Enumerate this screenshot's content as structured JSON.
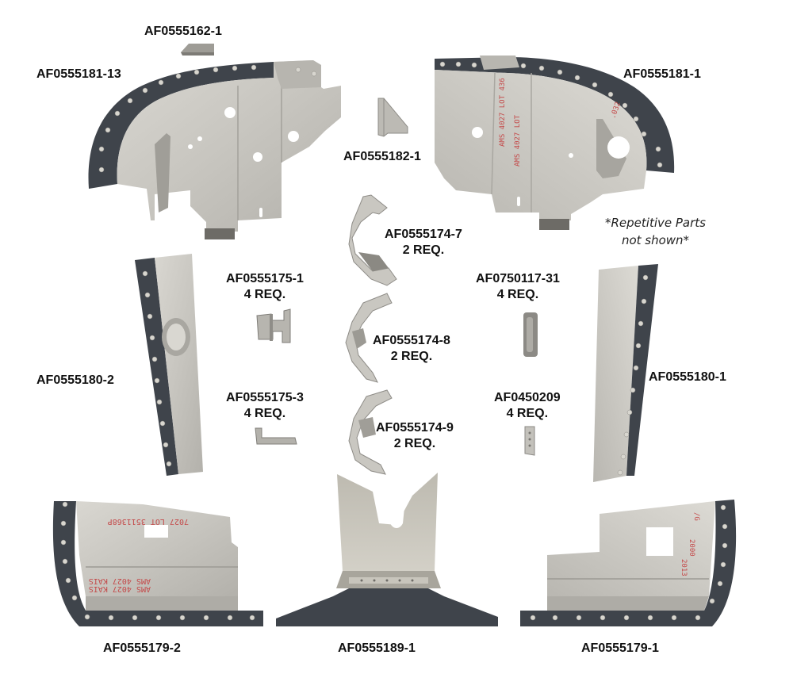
{
  "labels": {
    "af0555162_1": "AF0555162-1",
    "af0555181_13": "AF0555181-13",
    "af0555181_1": "AF0555181-1",
    "af0555182_1": "AF0555182-1",
    "af0555174_7": {
      "part": "AF0555174-7",
      "qty": "2 REQ."
    },
    "af0555175_1": {
      "part": "AF0555175-1",
      "qty": "4 REQ."
    },
    "af0750117_31": {
      "part": "AF0750117-31",
      "qty": "4 REQ."
    },
    "af0555174_8": {
      "part": "AF0555174-8",
      "qty": "2 REQ."
    },
    "af0555180_2": "AF0555180-2",
    "af0555180_1": "AF0555180-1",
    "af0555175_3": {
      "part": "AF0555175-3",
      "qty": "4 REQ."
    },
    "af0450209": {
      "part": "AF0450209",
      "qty": "4 REQ."
    },
    "af0555174_9": {
      "part": "AF0555174-9",
      "qty": "2 REQ."
    },
    "af0555179_2": "AF0555179-2",
    "af0555189_1": "AF0555189-1",
    "af0555179_1": "AF0555179-1"
  },
  "note": {
    "line1": "*Repetitive Parts",
    "line2": "not shown*"
  },
  "colors": {
    "metal": "#c9c7c1",
    "metal_dark": "#a9a7a1",
    "metal_light": "#dedcd6",
    "rubber_seal": "#3f444b",
    "rivet": "#d8d6cf",
    "ink_red": "#c44a4a",
    "label_text": "#111111"
  }
}
